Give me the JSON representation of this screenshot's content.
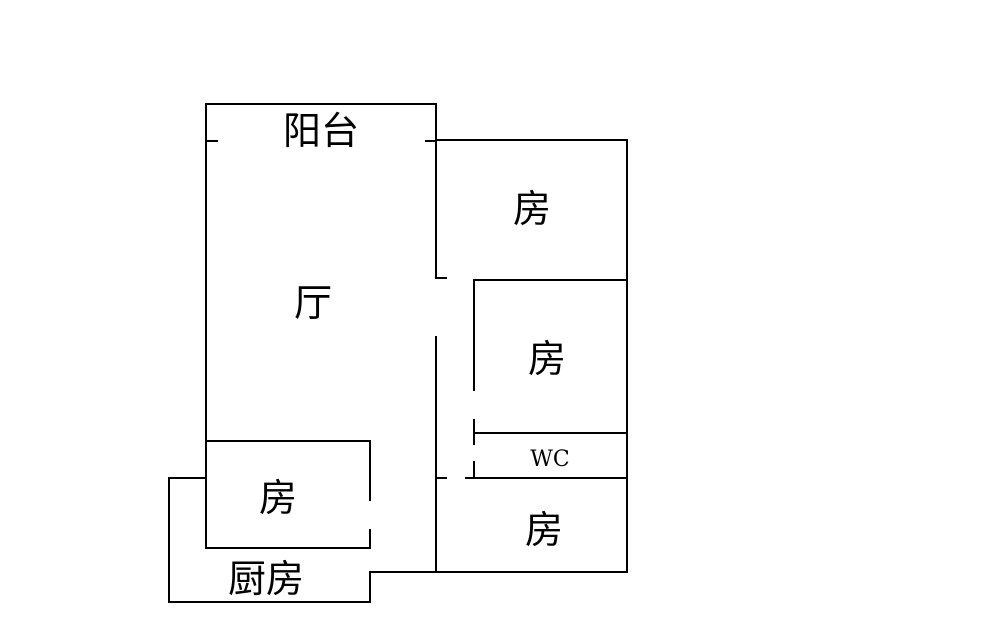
{
  "rooms": {
    "balcony": "阳台",
    "living_room": "厅",
    "bedroom_top_right": "房",
    "bedroom_middle_right": "房",
    "wc": "WC",
    "bedroom_bottom_left": "房",
    "bedroom_bottom_right": "房",
    "kitchen": "厨房"
  }
}
